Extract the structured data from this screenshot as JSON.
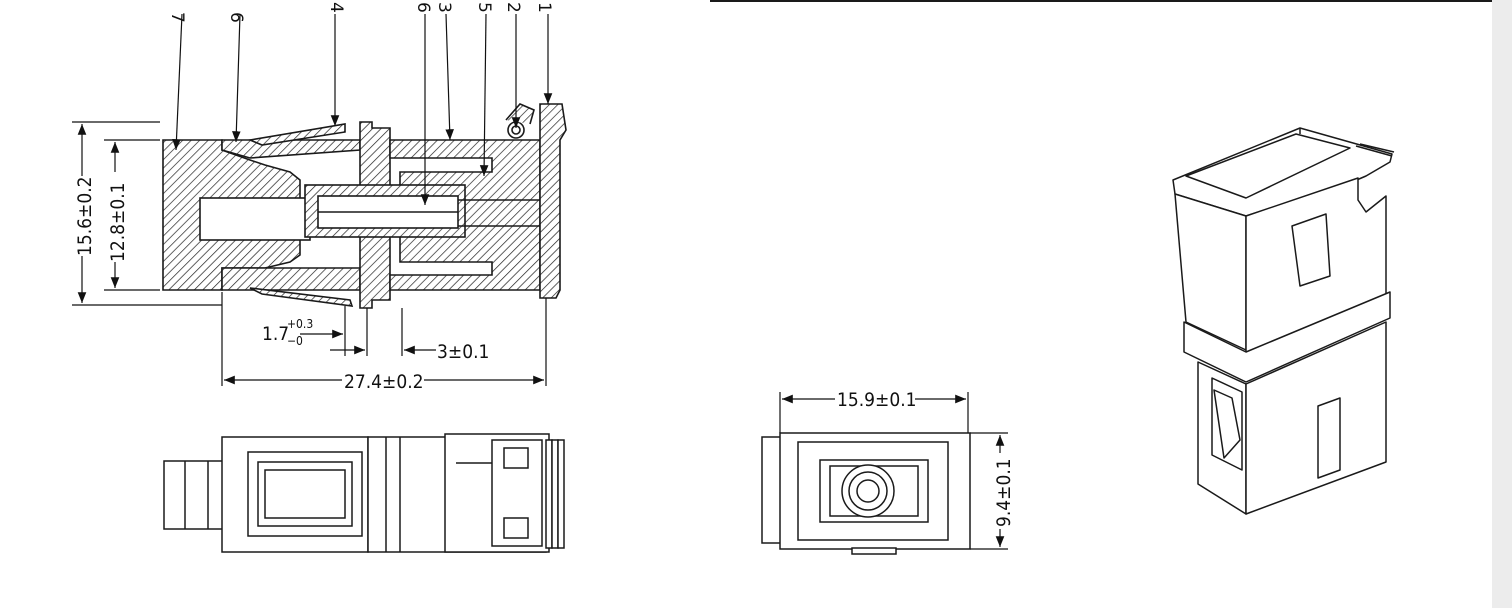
{
  "callouts": [
    "7",
    "6",
    "4",
    "6",
    "3",
    "5",
    "2",
    "1"
  ],
  "dimensions": {
    "height_outer": "15.6±0.2",
    "height_inner": "12.8±0.1",
    "gap_base": "1.7",
    "gap_tol_plus": "+0.3",
    "gap_tol_minus": "−0",
    "flange": "3±0.1",
    "length": "27.4±0.2",
    "width": "15.9±0.1",
    "depth": "9.4±0.1"
  }
}
